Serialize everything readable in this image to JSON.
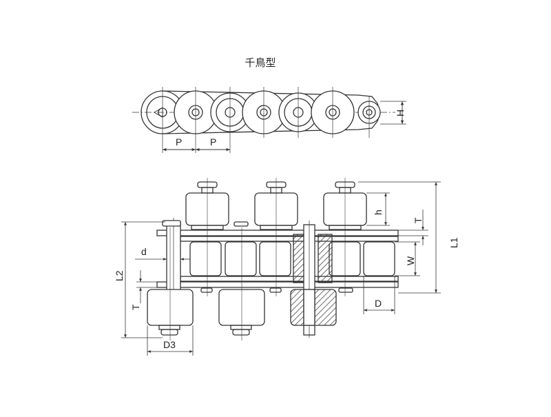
{
  "title": "千鳥型",
  "labels": {
    "p1": "P",
    "p2": "P",
    "h_upper": "H",
    "h_roller": "h",
    "t_right": "T",
    "w": "W",
    "l1": "L1",
    "d": "d",
    "l2": "L2",
    "t_left": "T",
    "big_d": "D",
    "d3": "D3"
  },
  "colors": {
    "line": "#333333",
    "dim": "#444444",
    "hatch": "#555555",
    "background": "#ffffff"
  }
}
